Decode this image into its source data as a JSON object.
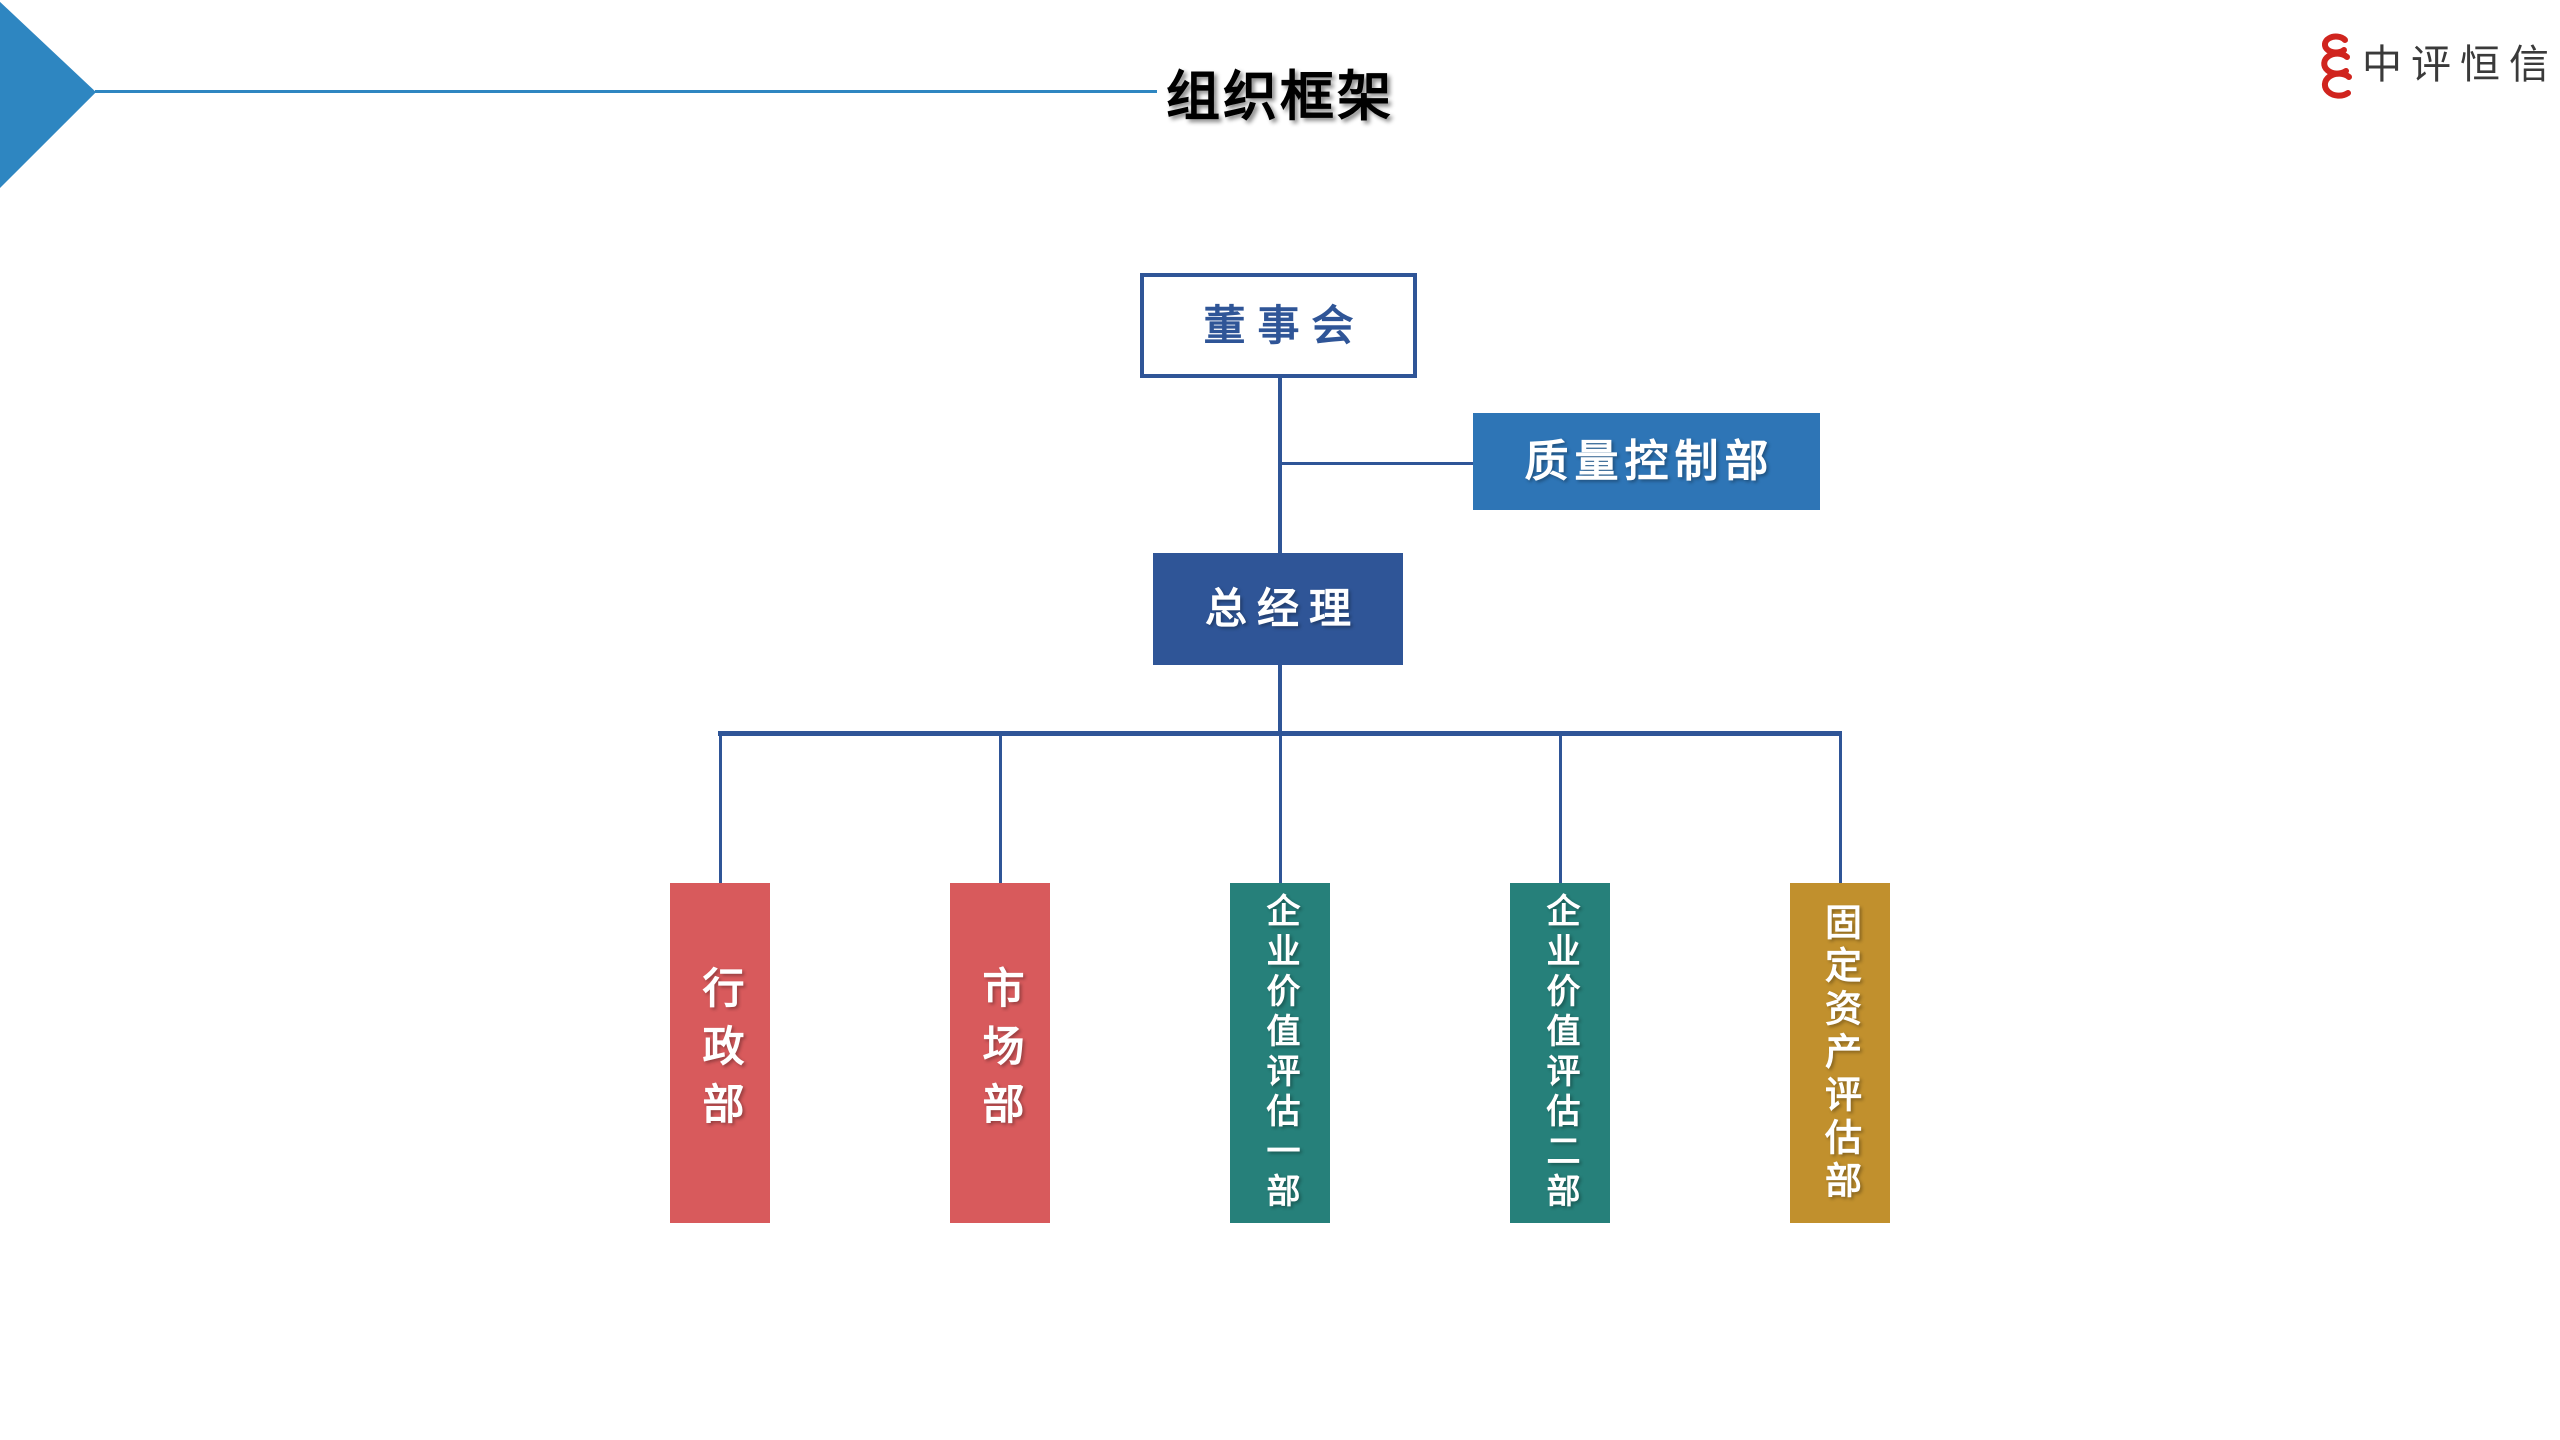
{
  "slide": {
    "title": "组织框架",
    "logo": {
      "brand_text": "中评恒信",
      "icon": "red-spiral-icon"
    },
    "colors": {
      "accent_blue": "#2E86C1",
      "navy": "#2F5597",
      "qc_blue": "#2E75B6",
      "red": "#D85A5C",
      "teal": "#26807A",
      "gold": "#C1902D",
      "logo_red": "#D0241E",
      "title_black": "#000000",
      "white": "#FFFFFF"
    },
    "org_chart": {
      "board": {
        "label": "董事会"
      },
      "quality_control": {
        "label": "质量控制部"
      },
      "general_manager": {
        "label": "总经理"
      },
      "departments": [
        {
          "label": "行政部",
          "color": "#D85A5C"
        },
        {
          "label": "市场部",
          "color": "#D85A5C"
        },
        {
          "label": "企业价值评估一部",
          "color": "#26807A"
        },
        {
          "label": "企业价值评估二部",
          "color": "#26807A"
        },
        {
          "label": "固定资产评估部",
          "color": "#C1902D"
        }
      ]
    }
  }
}
